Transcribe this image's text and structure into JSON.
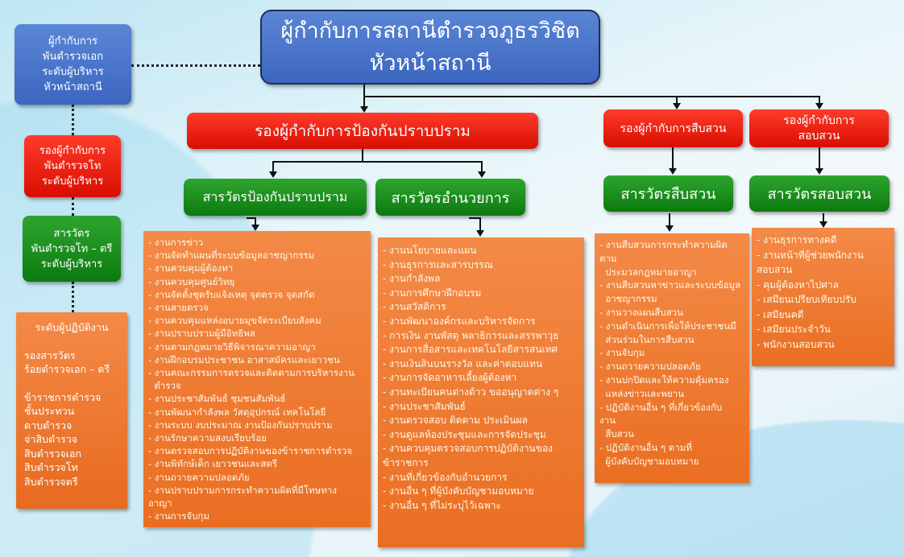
{
  "title_box": {
    "line1": "ผู้กำกับการสถานีตำรวจภูธรวิชิต",
    "line2": "หัวหน้าสถานี"
  },
  "legend": {
    "commander": [
      "ผู้กำกับการ",
      "พันตำรวจเอก",
      "ระดับผู้บริหาร",
      "หัวหน้าสถานี"
    ],
    "deputy": [
      "รองผู้กำกับการ",
      "พันตำรวจโท",
      "ระดับผู้บริหาร"
    ],
    "inspector": [
      "สารวัตร",
      "พันตำรวจโท – ตรี",
      "ระดับผู้บริหาร"
    ],
    "operational": {
      "heading": "ระดับผู้ปฏิบัติงาน",
      "group1": [
        "รองสารวัตร",
        "ร้อยตำรวจเอก – ตรี"
      ],
      "group2": [
        "ข้าราชการตำรวจ",
        "ชั้นประทวน",
        "ดาบตำรวจ",
        "จ่าสิบตำรวจ",
        "สิบตำรวจเอก",
        "สิบตำรวจโท",
        "สิบตำรวจตรี"
      ]
    }
  },
  "deputies": {
    "prevention": "รองผู้กำกับการป้องกันปราบปราม",
    "investigation": "รองผู้กำกับการสืบสวน",
    "inquiry": [
      "รองผู้กำกับการ",
      "สอบสวน"
    ]
  },
  "inspectors": {
    "prevention": "สารวัตรป้องกันปราบปราม",
    "admin": "สารวัตรอำนวยการ",
    "investigation": "สารวัตรสืบสวน",
    "inquiry": "สารวัตรสอบสวน"
  },
  "lists": {
    "prevention": [
      "- งานการข่าว",
      "- งานจัดทำแผนที่ระบบข้อมูลอาชญากรรม",
      "- งานควบคุมผู้ต้องหา",
      "- งานควบคุมศูนย์วิทยุ",
      "- งานจัดตั้งชุดรับแจ้งเหตุ จุดตรวจ จุดสกัด",
      "- งานสายตรวจ",
      "- งานควบคุมแหล่งอบายมุขจัดระเบียบสังคม",
      "- งานปราบปรามผู้มีอิทธิพล",
      "- งานตามกฎหมายวิธีพิจารณาความอาญา",
      "- งานฝึกอบรมประชาชน อาสาสมัครและเยาวชน",
      "- งานคณะกรรมการตรวจและติดตามการบริหารงาน",
      "  ตำรวจ",
      "- งานประชาสัมพันธ์ ชุมชนสัมพันธ์",
      "- งานพัฒนากำลังพล วัสดุอุปกรณ์ เทคโนโลยี",
      "- งานระบบ งบประมาณ งานป้องกันปราบปราม",
      "- งานรักษาความสงบเรียบร้อย",
      "- งานตรวจสอบการปฏิบัติงานของข้าราชการตำรวจ",
      "- งานพิทักษ์เด็ก เยาวชนและสตรี",
      "- งานถวายความปลอดภัย",
      "- งานปราบปรามการกระทำความผิดที่มีโทษทาง",
      "อาญา",
      "- งานการจับกุม"
    ],
    "admin": [
      "- งานนโยบายและแผน",
      "- งานธุรการและสารบรรณ",
      "- งานกำลังพล",
      "- งานการศึกษาฝึกอบรม",
      "- งานสวัสดิการ",
      "- งานพัฒนาองค์กรและบริหารจัดการ",
      "- การเงิน งานพัสดุ พลาธิการและสรรพาวุธ",
      "- งานการสื่อสารและเทคโนโลยีสารสนเทศ",
      "- งานเงินสินบนรางวัล และค่าตอบแทน",
      "- งานการจัดอาหารเลี้ยงผู้ต้องหา",
      "- งานทะเบียนคนต่างด้าว ขออนุญาตต่าง ๆ",
      "- งานประชาสัมพันธ์",
      "- งานตรวจสอบ ติดตาม ประเมินผล",
      "- งานดูแลห้องประชุมและการจัดประชุม",
      "- งานควบคุมตรวจสอบการปฏิบัติงานของ",
      "ข้าราชการ",
      "- งานที่เกี่ยวข้องกับอำนวยการ",
      "- งานอื่น ๆ ที่ผู้บังคับบัญชามอบหมาย",
      "- งานอื่น ๆ ที่ไม่ระบุไว้เฉพาะ"
    ],
    "investigation": [
      "- งานสืบสวนการกระทำความผิด",
      "ตาม",
      "  ประมวลกฎหมายอาญา",
      "- งานสืบสวนหาข่าวและระบบข้อมูล",
      "  อาชญากรรม",
      "- งานวางแผนสืบสวน",
      "- งานดำเนินการเพื่อให้ประชาชนมี",
      "  ส่วนร่วมในการสืบสวน",
      "- งานจับกุม",
      "- งานถวายความปลอดภัย",
      "- งานปกปิดและให้ความคุ้มครอง",
      "  แหล่งข่าวและพยาน",
      "- ปฏิบัติงานอื่น ๆ ที่เกี่ยวข้องกับ",
      "งาน",
      "  สืบสวน",
      "- ปฏิบัติงานอื่น ๆ ตามที่",
      "  ผู้บังคับบัญชามอบหมาย"
    ],
    "inquiry": [
      "- งานธุรการทางคดี",
      "- งานหน้าที่ผู้ช่วยพนักงาน",
      "สอบสวน",
      "- คุมผู้ต้องหาไปศาล",
      "- เสมียนเปรียบเทียบปรับ",
      "- เสมียนคดี",
      "- เสมียนประจำวัน",
      "- พนักงานสอบสวน"
    ]
  }
}
